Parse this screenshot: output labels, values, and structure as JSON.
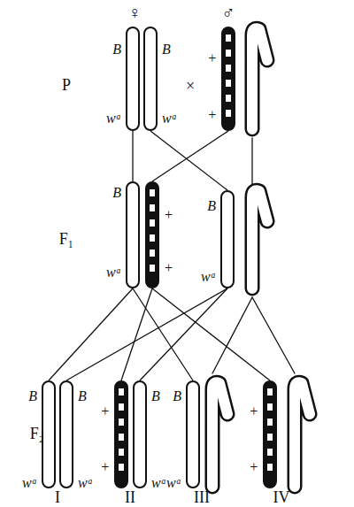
{
  "diagram": {
    "nodes": [
      {
        "text": [
          "B",
          "wᵃ"
        ]
      },
      {
        "text": [
          "B",
          "wᵃ"
        ]
      },
      {
        "text": [
          "+",
          "+"
        ]
      },
      {
        "text": [
          "B",
          "wᵃ"
        ]
      },
      {
        "text": [
          "+",
          "+"
        ]
      },
      {
        "text": [
          "B",
          "wᵃ"
        ]
      },
      {
        "text": [
          "B",
          "wᵃ"
        ]
      },
      {
        "text": [
          "B",
          "wᵃ"
        ]
      },
      {
        "text": [
          "+",
          "+"
        ]
      },
      {
        "text": [
          "B",
          "wᵃ"
        ]
      },
      {
        "text": [
          "B",
          "wᵃ"
        ]
      },
      {
        "text": [
          "+",
          "+"
        ]
      }
    ],
    "edges": [
      {
        "from": 0,
        "to": 3,
        "arrow": "none"
      },
      {
        "from": 1,
        "to": 5,
        "arrow": "none"
      },
      {
        "from": 2,
        "to": 4,
        "arrow": "none"
      },
      {
        "from": 3,
        "to": 6,
        "arrow": "none"
      },
      {
        "from": 3,
        "to": 10,
        "arrow": "none"
      },
      {
        "from": 4,
        "to": 8,
        "arrow": "none"
      },
      {
        "from": 4,
        "to": 11,
        "arrow": "none"
      },
      {
        "from": 5,
        "to": 7,
        "arrow": "none"
      },
      {
        "from": 5,
        "to": 9,
        "arrow": "none"
      }
    ],
    "labels": [
      "♀",
      "♂",
      "P",
      "×",
      "F₁",
      "F₂",
      "I",
      "II",
      "III",
      "IV"
    ]
  }
}
